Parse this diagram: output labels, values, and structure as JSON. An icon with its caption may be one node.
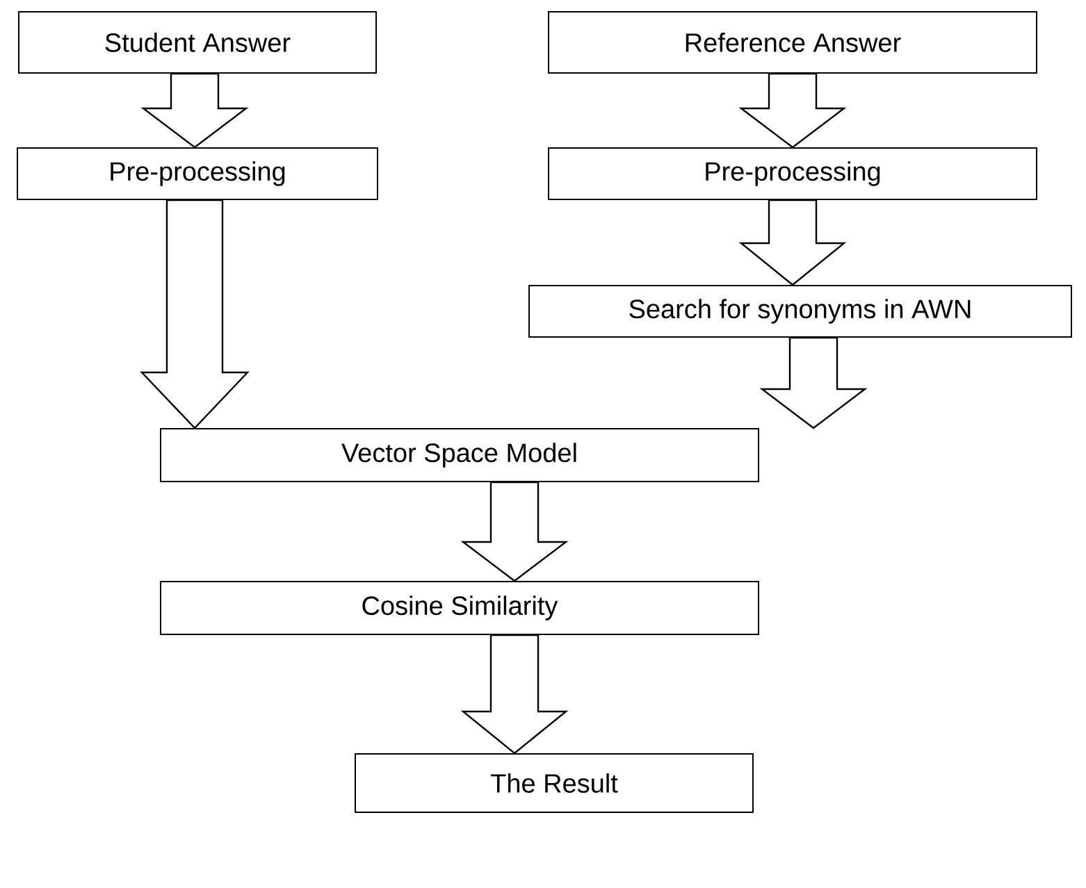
{
  "diagram": {
    "nodes": [
      {
        "text": [
          "Student Answer"
        ]
      },
      {
        "text": [
          "Reference Answer"
        ]
      },
      {
        "text": [
          "Pre-processing"
        ]
      },
      {
        "text": [
          "Pre-processing"
        ]
      },
      {
        "text": [
          "Search for synonyms in AWN"
        ]
      },
      {
        "text": [
          "Vector Space Model"
        ]
      },
      {
        "text": [
          "Cosine Similarity"
        ]
      },
      {
        "text": [
          "The Result"
        ]
      }
    ],
    "edges": [
      {
        "from": 0,
        "to": 2,
        "arrow": "to"
      },
      {
        "from": 1,
        "to": 3,
        "arrow": "to"
      },
      {
        "from": 2,
        "to": 5,
        "arrow": "to"
      },
      {
        "from": 3,
        "to": 4,
        "arrow": "to"
      },
      {
        "from": 4,
        "to": 5,
        "arrow": "to"
      },
      {
        "from": 5,
        "to": 6,
        "arrow": "to"
      },
      {
        "from": 6,
        "to": 7,
        "arrow": "to"
      }
    ]
  }
}
